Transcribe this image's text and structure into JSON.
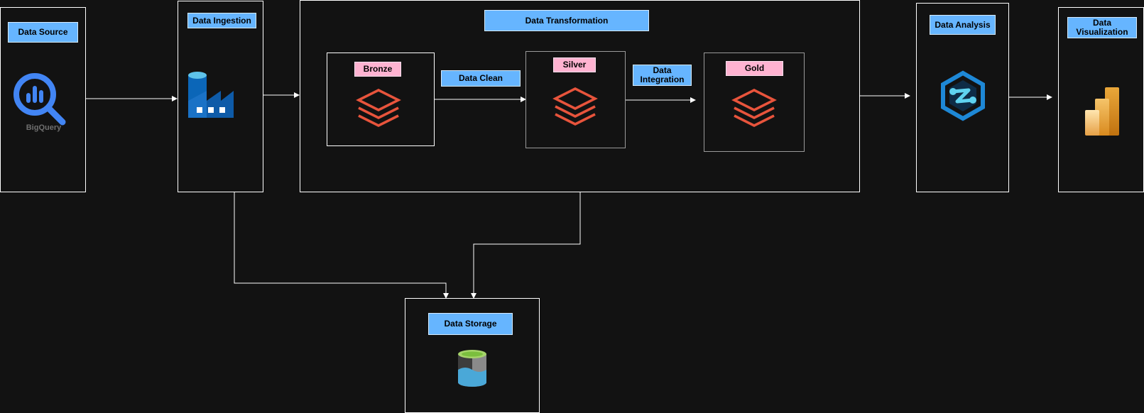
{
  "stages": {
    "source": {
      "label": "Data Source",
      "icon": "bigquery-icon",
      "icon_caption": "BigQuery"
    },
    "ingestion": {
      "label": "Data Ingestion",
      "icon": "data-factory-icon"
    },
    "transformation": {
      "label": "Data Transformation"
    },
    "analysis": {
      "label": "Data Analysis",
      "icon": "synapse-icon"
    },
    "visualization": {
      "label": "Data Visualization",
      "icon": "power-bi-icon"
    },
    "storage": {
      "label": "Data Storage",
      "icon": "data-lake-storage-icon"
    }
  },
  "layers": {
    "bronze": {
      "label": "Bronze",
      "icon": "databricks-icon"
    },
    "silver": {
      "label": "Silver",
      "icon": "databricks-icon"
    },
    "gold": {
      "label": "Gold",
      "icon": "databricks-icon"
    }
  },
  "edges": {
    "clean": "Data Clean",
    "integration": "Data Integration"
  },
  "colors": {
    "background": "#121212",
    "stage_label": "#66b5ff",
    "layer_label": "#ffb3d1",
    "databricks": "#e8543c",
    "bigquery": "#4285f4",
    "azure": "#0078d4",
    "power_bi": "#f2c811"
  }
}
